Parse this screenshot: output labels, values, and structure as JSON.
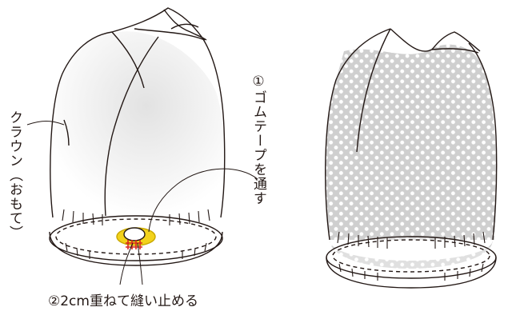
{
  "labels": {
    "crown_outside": "クラウン（おもて）",
    "step1": "①ゴムテープを通す",
    "step2": "②2cm重ねて縫い止める"
  },
  "colors": {
    "line": "#231815",
    "shade": "#e6e6e6",
    "pattern_dot": "#c8c8c8",
    "elastic_highlight": "#f2d21b",
    "stitch": "#d7261e"
  }
}
